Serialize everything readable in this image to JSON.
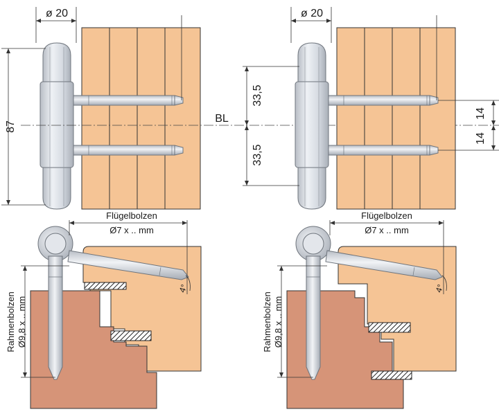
{
  "colors": {
    "wood_light": "#F5C495",
    "wood_frame": "#D69478",
    "metal": "#DCE0E6",
    "metal_edge": "#6E747C",
    "line": "#333333"
  },
  "top_left": {
    "diameter_label": "ø 20",
    "height_label": "87"
  },
  "center": {
    "reference_label": "BL"
  },
  "top_right": {
    "diameter_label": "ø 20",
    "upper_offset": "33,5",
    "lower_offset": "33,5",
    "pin_spacing_upper": "14",
    "pin_spacing_lower": "14"
  },
  "bottom_left": {
    "wing_bolt_title": "Flügelbolzen",
    "wing_bolt_size": "Ø7 x .. mm",
    "frame_bolt_title": "Rahmenbolzen",
    "frame_bolt_size": "Ø9,8 x .. mm",
    "angle_label": "4°"
  },
  "bottom_right": {
    "wing_bolt_title": "Flügelbolzen",
    "wing_bolt_size": "Ø7 x .. mm",
    "frame_bolt_title": "Rahmenbolzen",
    "frame_bolt_size": "Ø9,8 x .. mm",
    "angle_label": "4°"
  }
}
